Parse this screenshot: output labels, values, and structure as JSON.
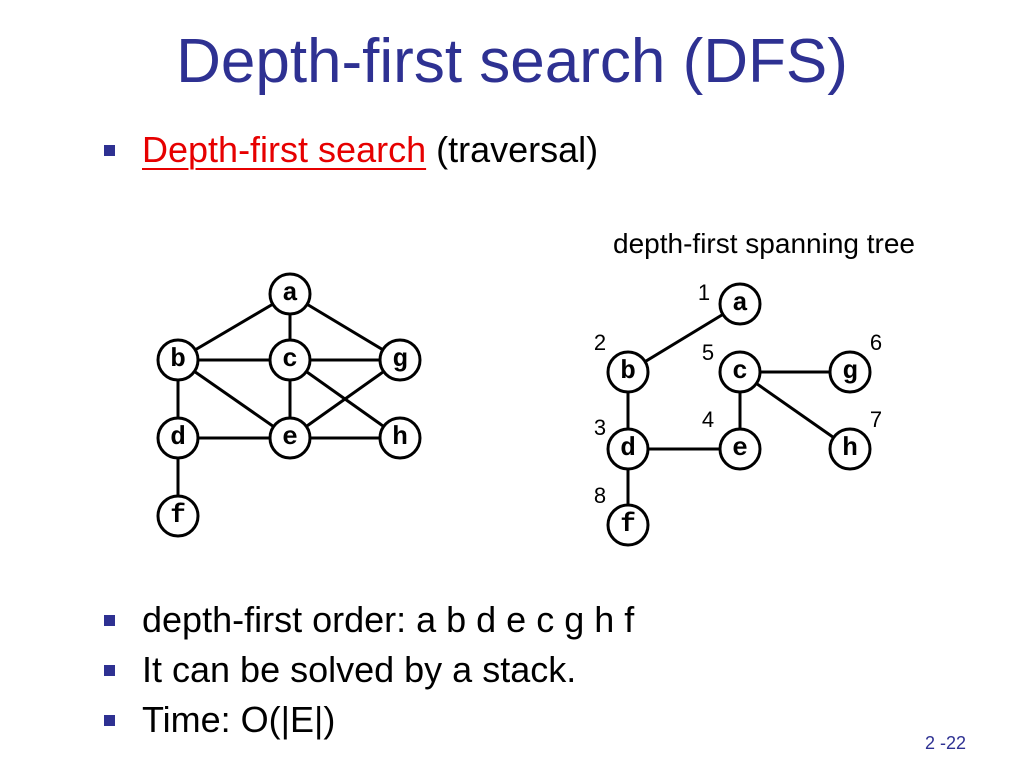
{
  "slide": {
    "title": "Depth-first search (DFS)",
    "bullet1": {
      "link": "Depth-first search",
      "rest": " (traversal)"
    },
    "tree_caption": "depth-first spanning tree",
    "bullets": [
      "depth-first order: a b d e c g h f",
      "It can be solved by a stack.",
      "Time: O(|E|)"
    ],
    "page_number": "2 -22"
  },
  "graph": {
    "nodes": [
      "a",
      "b",
      "c",
      "g",
      "d",
      "e",
      "h",
      "f"
    ],
    "edges": [
      [
        "a",
        "b"
      ],
      [
        "a",
        "c"
      ],
      [
        "a",
        "g"
      ],
      [
        "b",
        "c"
      ],
      [
        "c",
        "g"
      ],
      [
        "b",
        "d"
      ],
      [
        "b",
        "e"
      ],
      [
        "c",
        "e"
      ],
      [
        "c",
        "h"
      ],
      [
        "g",
        "e"
      ],
      [
        "d",
        "e"
      ],
      [
        "e",
        "h"
      ],
      [
        "d",
        "f"
      ]
    ]
  },
  "spanning_tree": {
    "nodes": [
      "a",
      "b",
      "c",
      "g",
      "d",
      "e",
      "h",
      "f"
    ],
    "edges": [
      [
        "a",
        "b"
      ],
      [
        "b",
        "d"
      ],
      [
        "d",
        "e"
      ],
      [
        "e",
        "c"
      ],
      [
        "c",
        "g"
      ],
      [
        "c",
        "h"
      ],
      [
        "d",
        "f"
      ]
    ],
    "visit_order": {
      "a": "1",
      "b": "2",
      "d": "3",
      "e": "4",
      "c": "5",
      "g": "6",
      "h": "7",
      "f": "8"
    }
  },
  "colors": {
    "title": "#2e3192",
    "link": "#e60000",
    "bullet": "#2e3192"
  }
}
